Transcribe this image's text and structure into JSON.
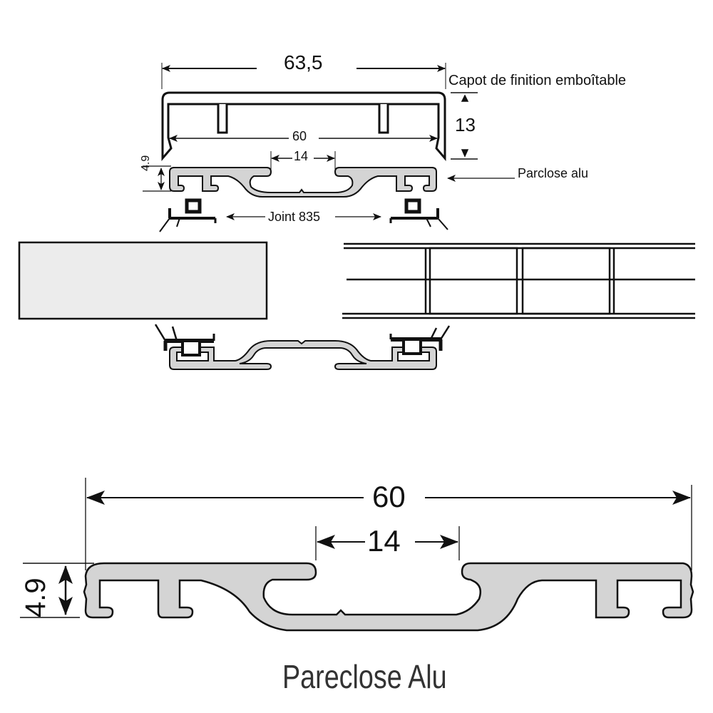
{
  "diagram": {
    "type": "technical cross-section drawing",
    "top_assembly": {
      "cap_width": "63,5",
      "cap_label": "Capot de finition emboîtable",
      "cap_height": "13",
      "parclose_width": "60",
      "gap_width": "14",
      "parclose_height": "4.9",
      "parclose_label": "Parclose alu",
      "joint_label": "Joint 835"
    },
    "bottom_detail": {
      "width": "60",
      "gap_width": "14",
      "height": "4.9",
      "title": "Pareclose Alu"
    },
    "colors": {
      "profile_fill": "#d4d4d4",
      "panel_fill": "#ececec",
      "line": "#111111"
    }
  }
}
